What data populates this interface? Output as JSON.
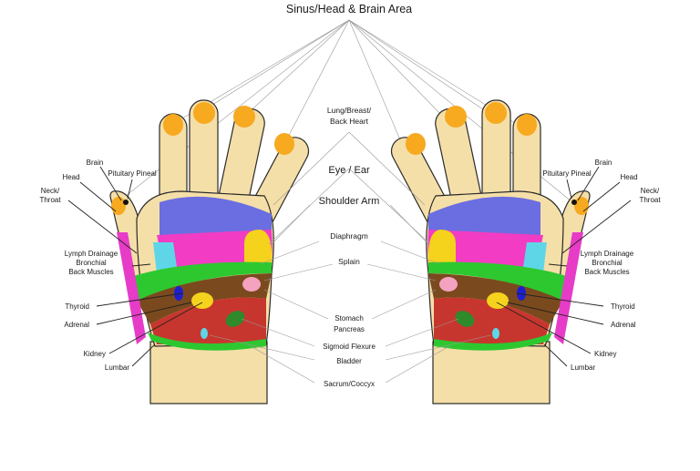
{
  "title": "Sinus/Head & Brain Area",
  "center_labels": {
    "lung_breast_1": "Lung/Breast/",
    "lung_breast_2": "Back Heart",
    "eye_ear": "Eye / Ear",
    "shoulder_arm": "Shoulder Arm",
    "diaphragm": "Diaphragm",
    "spleen": "Splain",
    "stomach_1": "Stomach",
    "stomach_2": "Pancreas",
    "sigmoid": "Sigmoid Flexure",
    "bladder": "Bladder",
    "sacrum": "Sacrum/Coccyx"
  },
  "side_labels": {
    "brain": "Brain",
    "pituitary": "Pituitary Pineal",
    "head": "Head",
    "neck_1": "Neck/",
    "neck_2": "Throat",
    "lymph_1": "Lymph Drainage",
    "lymph_2": "Bronchial",
    "lymph_3": "Back Muscles",
    "thyroid": "Thyroid",
    "adrenal": "Adrenal",
    "kidney": "Kidney",
    "lumbar": "Lumbar"
  },
  "colors": {
    "skin": "#f5dfa8",
    "fingertip": "#f7a91f",
    "lung": "#6b6ee0",
    "heart": "#f23cc4",
    "eye": "#f5d21c",
    "shoulder": "#5fd6e8",
    "diaphragm": "#2dc830",
    "stomach": "#7a4a1e",
    "intestine": "#c7362e",
    "sigmoid": "#2e8a2a",
    "spine": "#e63cc8",
    "pink_dot": "#f3a2c0",
    "kidney": "#1e1ed0"
  }
}
